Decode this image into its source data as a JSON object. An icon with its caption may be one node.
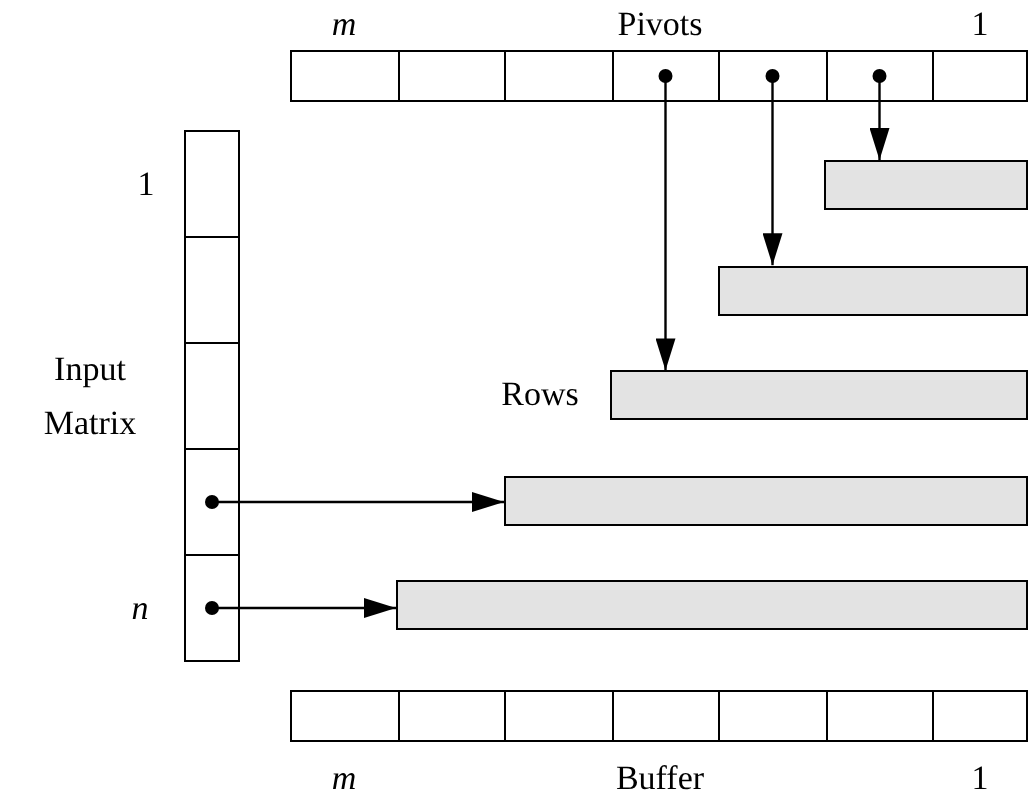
{
  "diagram": {
    "nodes": [
      {
        "text": [],
        "shape": "box"
      },
      {
        "text": [],
        "shape": "box"
      },
      {
        "text": [],
        "shape": "box"
      },
      {
        "text": [],
        "shape": "box"
      },
      {
        "text": [],
        "shape": "box"
      },
      {
        "text": [],
        "shape": "box"
      },
      {
        "text": [],
        "shape": "box"
      },
      {
        "text": [],
        "shape": "box"
      },
      {
        "text": [],
        "shape": "box"
      },
      {
        "text": [],
        "shape": "box"
      },
      {
        "text": [],
        "shape": "box"
      },
      {
        "text": [],
        "shape": "box"
      },
      {
        "text": [],
        "shape": "bar"
      },
      {
        "text": [],
        "shape": "bar"
      },
      {
        "text": [],
        "shape": "bar"
      },
      {
        "text": [],
        "shape": "bar"
      },
      {
        "text": [],
        "shape": "bar"
      },
      {
        "text": [],
        "shape": "box"
      },
      {
        "text": [],
        "shape": "box"
      },
      {
        "text": [],
        "shape": "box"
      },
      {
        "text": [],
        "shape": "box"
      },
      {
        "text": [],
        "shape": "box"
      },
      {
        "text": [],
        "shape": "box"
      },
      {
        "text": [],
        "shape": "box"
      }
    ],
    "edges": [
      {
        "from": 5,
        "to": 12,
        "arrow": "to"
      },
      {
        "from": 4,
        "to": 13,
        "arrow": "to"
      },
      {
        "from": 3,
        "to": 14,
        "arrow": "to"
      },
      {
        "from": 10,
        "to": 15,
        "arrow": "to"
      },
      {
        "from": 11,
        "to": 16,
        "arrow": "to"
      }
    ],
    "labels": [
      "m",
      "Pivots",
      "1",
      "1",
      "Input Matrix",
      "Rows",
      "n",
      "m",
      "Buffer",
      "1"
    ]
  }
}
